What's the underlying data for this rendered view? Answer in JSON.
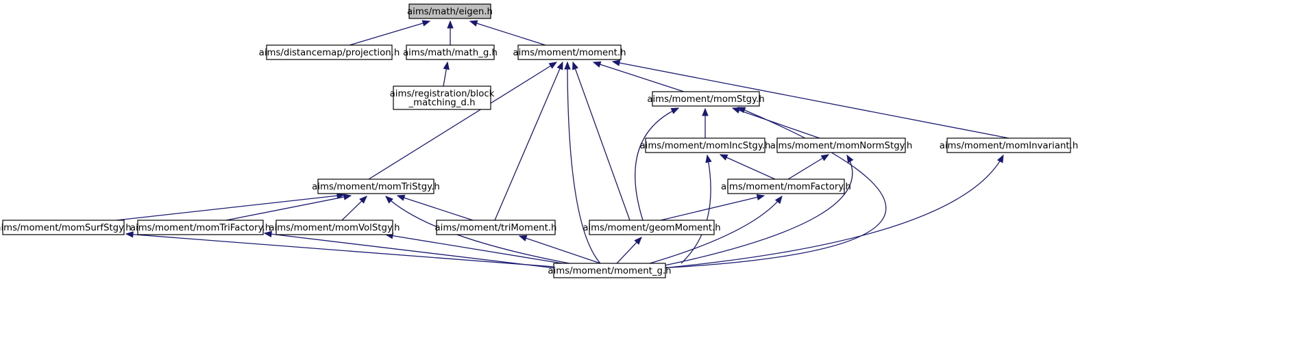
{
  "diagram": {
    "type": "include-dependency-graph",
    "colors": {
      "edge": "#191970",
      "root_fill": "#bfbfbf",
      "node_fill": "#ffffff",
      "node_stroke": "#000000"
    },
    "nodes": [
      {
        "id": "eigen",
        "lines": [
          "aims/math/eigen.h"
        ],
        "root": true
      },
      {
        "id": "projection",
        "lines": [
          "aims/distancemap/projection.h"
        ]
      },
      {
        "id": "math_g",
        "lines": [
          "aims/math/math_g.h"
        ]
      },
      {
        "id": "moment",
        "lines": [
          "aims/moment/moment.h"
        ]
      },
      {
        "id": "block_matching",
        "lines": [
          "aims/registration/block",
          "_matching_d.h"
        ]
      },
      {
        "id": "momStgy",
        "lines": [
          "aims/moment/momStgy.h"
        ]
      },
      {
        "id": "momIncStgy",
        "lines": [
          "aims/moment/momIncStgy.h"
        ]
      },
      {
        "id": "momNormStgy",
        "lines": [
          "aims/moment/momNormStgy.h"
        ]
      },
      {
        "id": "momInvariant",
        "lines": [
          "aims/moment/momInvariant.h"
        ]
      },
      {
        "id": "momTriStgy",
        "lines": [
          "aims/moment/momTriStgy.h"
        ]
      },
      {
        "id": "momFactory",
        "lines": [
          "aims/moment/momFactory.h"
        ]
      },
      {
        "id": "momSurfStgy",
        "lines": [
          "aims/moment/momSurfStgy.h"
        ]
      },
      {
        "id": "momTriFactory",
        "lines": [
          "aims/moment/momTriFactory.h"
        ]
      },
      {
        "id": "momVolStgy",
        "lines": [
          "aims/moment/momVolStgy.h"
        ]
      },
      {
        "id": "triMoment",
        "lines": [
          "aims/moment/triMoment.h"
        ]
      },
      {
        "id": "geomMoment",
        "lines": [
          "aims/moment/geomMoment.h"
        ]
      },
      {
        "id": "moment_g",
        "lines": [
          "aims/moment/moment_g.h"
        ]
      }
    ],
    "edges": [
      {
        "from": "eigen",
        "to": "projection"
      },
      {
        "from": "eigen",
        "to": "math_g"
      },
      {
        "from": "eigen",
        "to": "moment"
      },
      {
        "from": "math_g",
        "to": "block_matching"
      },
      {
        "from": "moment",
        "to": "momStgy"
      },
      {
        "from": "moment",
        "to": "momInvariant"
      },
      {
        "from": "moment",
        "to": "momTriStgy"
      },
      {
        "from": "moment",
        "to": "triMoment"
      },
      {
        "from": "moment",
        "to": "moment_g"
      },
      {
        "from": "moment",
        "to": "geomMoment"
      },
      {
        "from": "momStgy",
        "to": "momIncStgy"
      },
      {
        "from": "momStgy",
        "to": "momNormStgy"
      },
      {
        "from": "momStgy",
        "to": "geomMoment"
      },
      {
        "from": "momStgy",
        "to": "moment_g"
      },
      {
        "from": "momIncStgy",
        "to": "momFactory"
      },
      {
        "from": "momIncStgy",
        "to": "moment_g"
      },
      {
        "from": "momNormStgy",
        "to": "momFactory"
      },
      {
        "from": "momNormStgy",
        "to": "moment_g"
      },
      {
        "from": "momInvariant",
        "to": "moment_g"
      },
      {
        "from": "momFactory",
        "to": "geomMoment"
      },
      {
        "from": "momFactory",
        "to": "moment_g"
      },
      {
        "from": "momTriStgy",
        "to": "momSurfStgy"
      },
      {
        "from": "momTriStgy",
        "to": "momTriFactory"
      },
      {
        "from": "momTriStgy",
        "to": "momVolStgy"
      },
      {
        "from": "momTriStgy",
        "to": "triMoment"
      },
      {
        "from": "momTriStgy",
        "to": "moment_g"
      },
      {
        "from": "momSurfStgy",
        "to": "moment_g"
      },
      {
        "from": "momTriFactory",
        "to": "moment_g"
      },
      {
        "from": "momVolStgy",
        "to": "moment_g"
      },
      {
        "from": "triMoment",
        "to": "moment_g"
      },
      {
        "from": "geomMoment",
        "to": "moment_g"
      }
    ]
  }
}
